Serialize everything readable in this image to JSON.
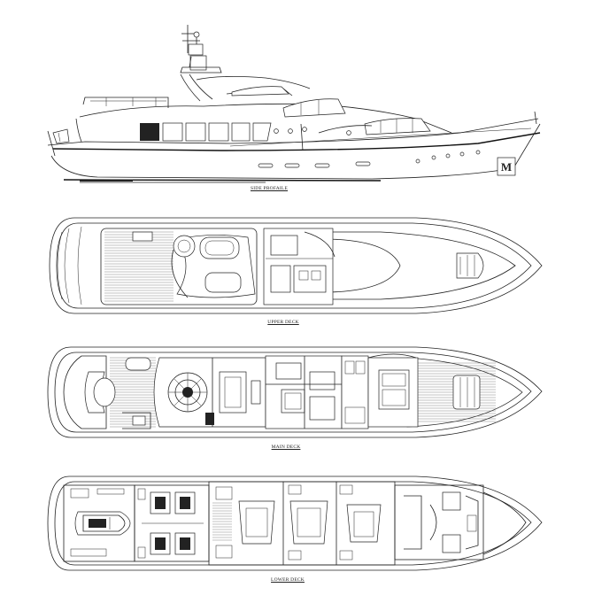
{
  "drawing": {
    "views": [
      {
        "id": "side-profile",
        "caption": "SIDE PROFAILE"
      },
      {
        "id": "upper-deck",
        "caption": "UPPER DECK"
      },
      {
        "id": "main-deck",
        "caption": "MAIN DECK"
      },
      {
        "id": "lower-deck",
        "caption": "LOWER DECK"
      }
    ],
    "logo_letter": "M",
    "colors": {
      "line": "#222222",
      "background": "#ffffff"
    }
  }
}
